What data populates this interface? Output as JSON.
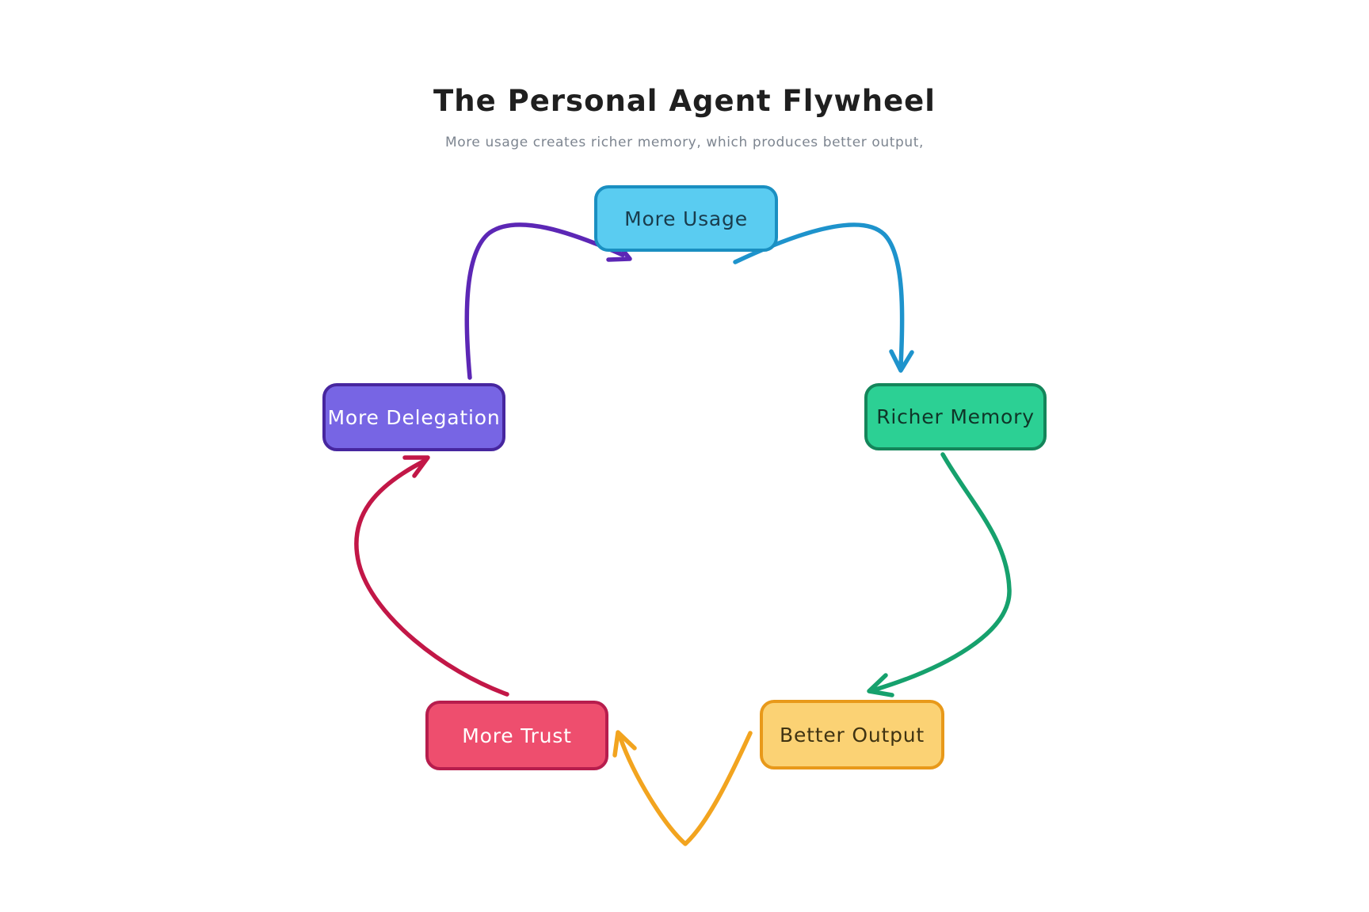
{
  "canvas": {
    "background": "#ffffff"
  },
  "title": "The Personal Agent Flywheel",
  "subtitle": "More usage creates richer memory, which produces better output,",
  "flywheel": {
    "nodes": [
      {
        "id": "more-usage",
        "label": "More Usage",
        "fill": "#5accf1",
        "border": "#1a8fc1",
        "text_color": "#193c4d",
        "position": "top"
      },
      {
        "id": "richer-memory",
        "label": "Richer Memory",
        "fill": "#2cd094",
        "border": "#14855a",
        "text_color": "#0f3528",
        "position": "right"
      },
      {
        "id": "better-output",
        "label": "Better Output",
        "fill": "#fbd274",
        "border": "#e8991a",
        "text_color": "#3f3312",
        "position": "bottom-right"
      },
      {
        "id": "more-trust",
        "label": "More Trust",
        "fill": "#ee4e6e",
        "border": "#b71d4d",
        "text_color": "#ffffff",
        "position": "bottom-left"
      },
      {
        "id": "more-delegation",
        "label": "More Delegation",
        "fill": "#7765e4",
        "border": "#47269f",
        "text_color": "#ffffff",
        "position": "left"
      }
    ],
    "edges": [
      {
        "from": "more-usage",
        "to": "richer-memory",
        "color": "#1e93cc"
      },
      {
        "from": "richer-memory",
        "to": "better-output",
        "color": "#16a16d"
      },
      {
        "from": "better-output",
        "to": "more-trust",
        "color": "#f2a41f"
      },
      {
        "from": "more-trust",
        "to": "more-delegation",
        "color": "#c21747"
      },
      {
        "from": "more-delegation",
        "to": "more-usage",
        "color": "#5c27b5"
      }
    ]
  }
}
